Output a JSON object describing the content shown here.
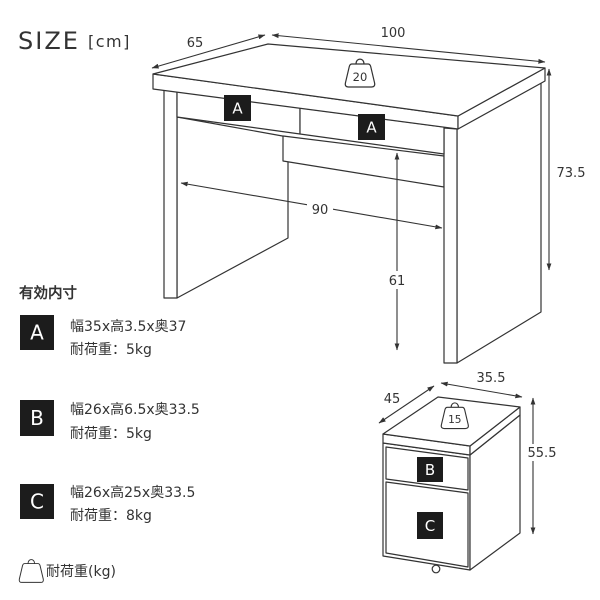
{
  "title": {
    "label": "SIZE",
    "unit": "[cm]"
  },
  "desk": {
    "depth": "65",
    "width": "100",
    "height": "73.5",
    "inner_width": "90",
    "inner_height": "61",
    "load": "20",
    "drawers": [
      {
        "label": "A"
      },
      {
        "label": "A"
      }
    ]
  },
  "cabinet": {
    "depth": "45",
    "width": "35.5",
    "height": "55.5",
    "load": "15",
    "drawers": [
      {
        "label": "B"
      },
      {
        "label": "C"
      }
    ]
  },
  "inner_dimensions": {
    "heading": "有効内寸",
    "items": [
      {
        "label": "A",
        "size": "幅35x高3.5x奥37",
        "load": "耐荷重：5kg"
      },
      {
        "label": "B",
        "size": "幅26x高6.5x奥33.5",
        "load": "耐荷重：5kg"
      },
      {
        "label": "C",
        "size": "幅26x高25x奥33.5",
        "load": "耐荷重：8kg"
      }
    ]
  },
  "legend": {
    "text": "耐荷重(kg)"
  },
  "colors": {
    "line": "#333333",
    "text": "#333333",
    "badge": "#1c1c1c",
    "badge_text": "#ffffff"
  }
}
